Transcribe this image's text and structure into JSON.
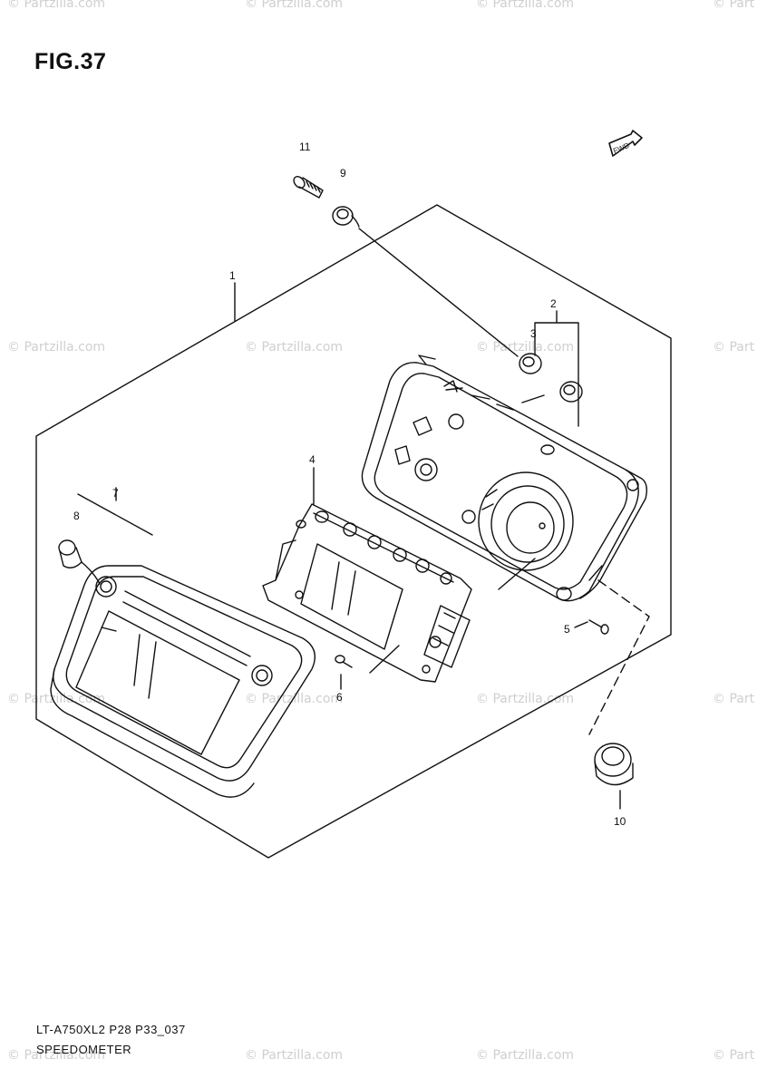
{
  "figure": {
    "title": "FIG.37",
    "model_code": "LT-A750XL2 P28 P33_037",
    "caption": "SPEEDOMETER"
  },
  "watermark": {
    "text": "© Partzilla.com",
    "edge_text": "© Part"
  },
  "callouts": [
    {
      "id": "1",
      "label": "1"
    },
    {
      "id": "2",
      "label": "2"
    },
    {
      "id": "3",
      "label": "3"
    },
    {
      "id": "4",
      "label": "4"
    },
    {
      "id": "5",
      "label": "5"
    },
    {
      "id": "6",
      "label": "6"
    },
    {
      "id": "7",
      "label": "7"
    },
    {
      "id": "8",
      "label": "8"
    },
    {
      "id": "9",
      "label": "9"
    },
    {
      "id": "10",
      "label": "10"
    },
    {
      "id": "11",
      "label": "11"
    }
  ],
  "front_indicator": {
    "label": "FWD",
    "icon": "front-arrow-icon"
  },
  "colors": {
    "line": "#111111",
    "watermark": "#c8c8c8"
  }
}
